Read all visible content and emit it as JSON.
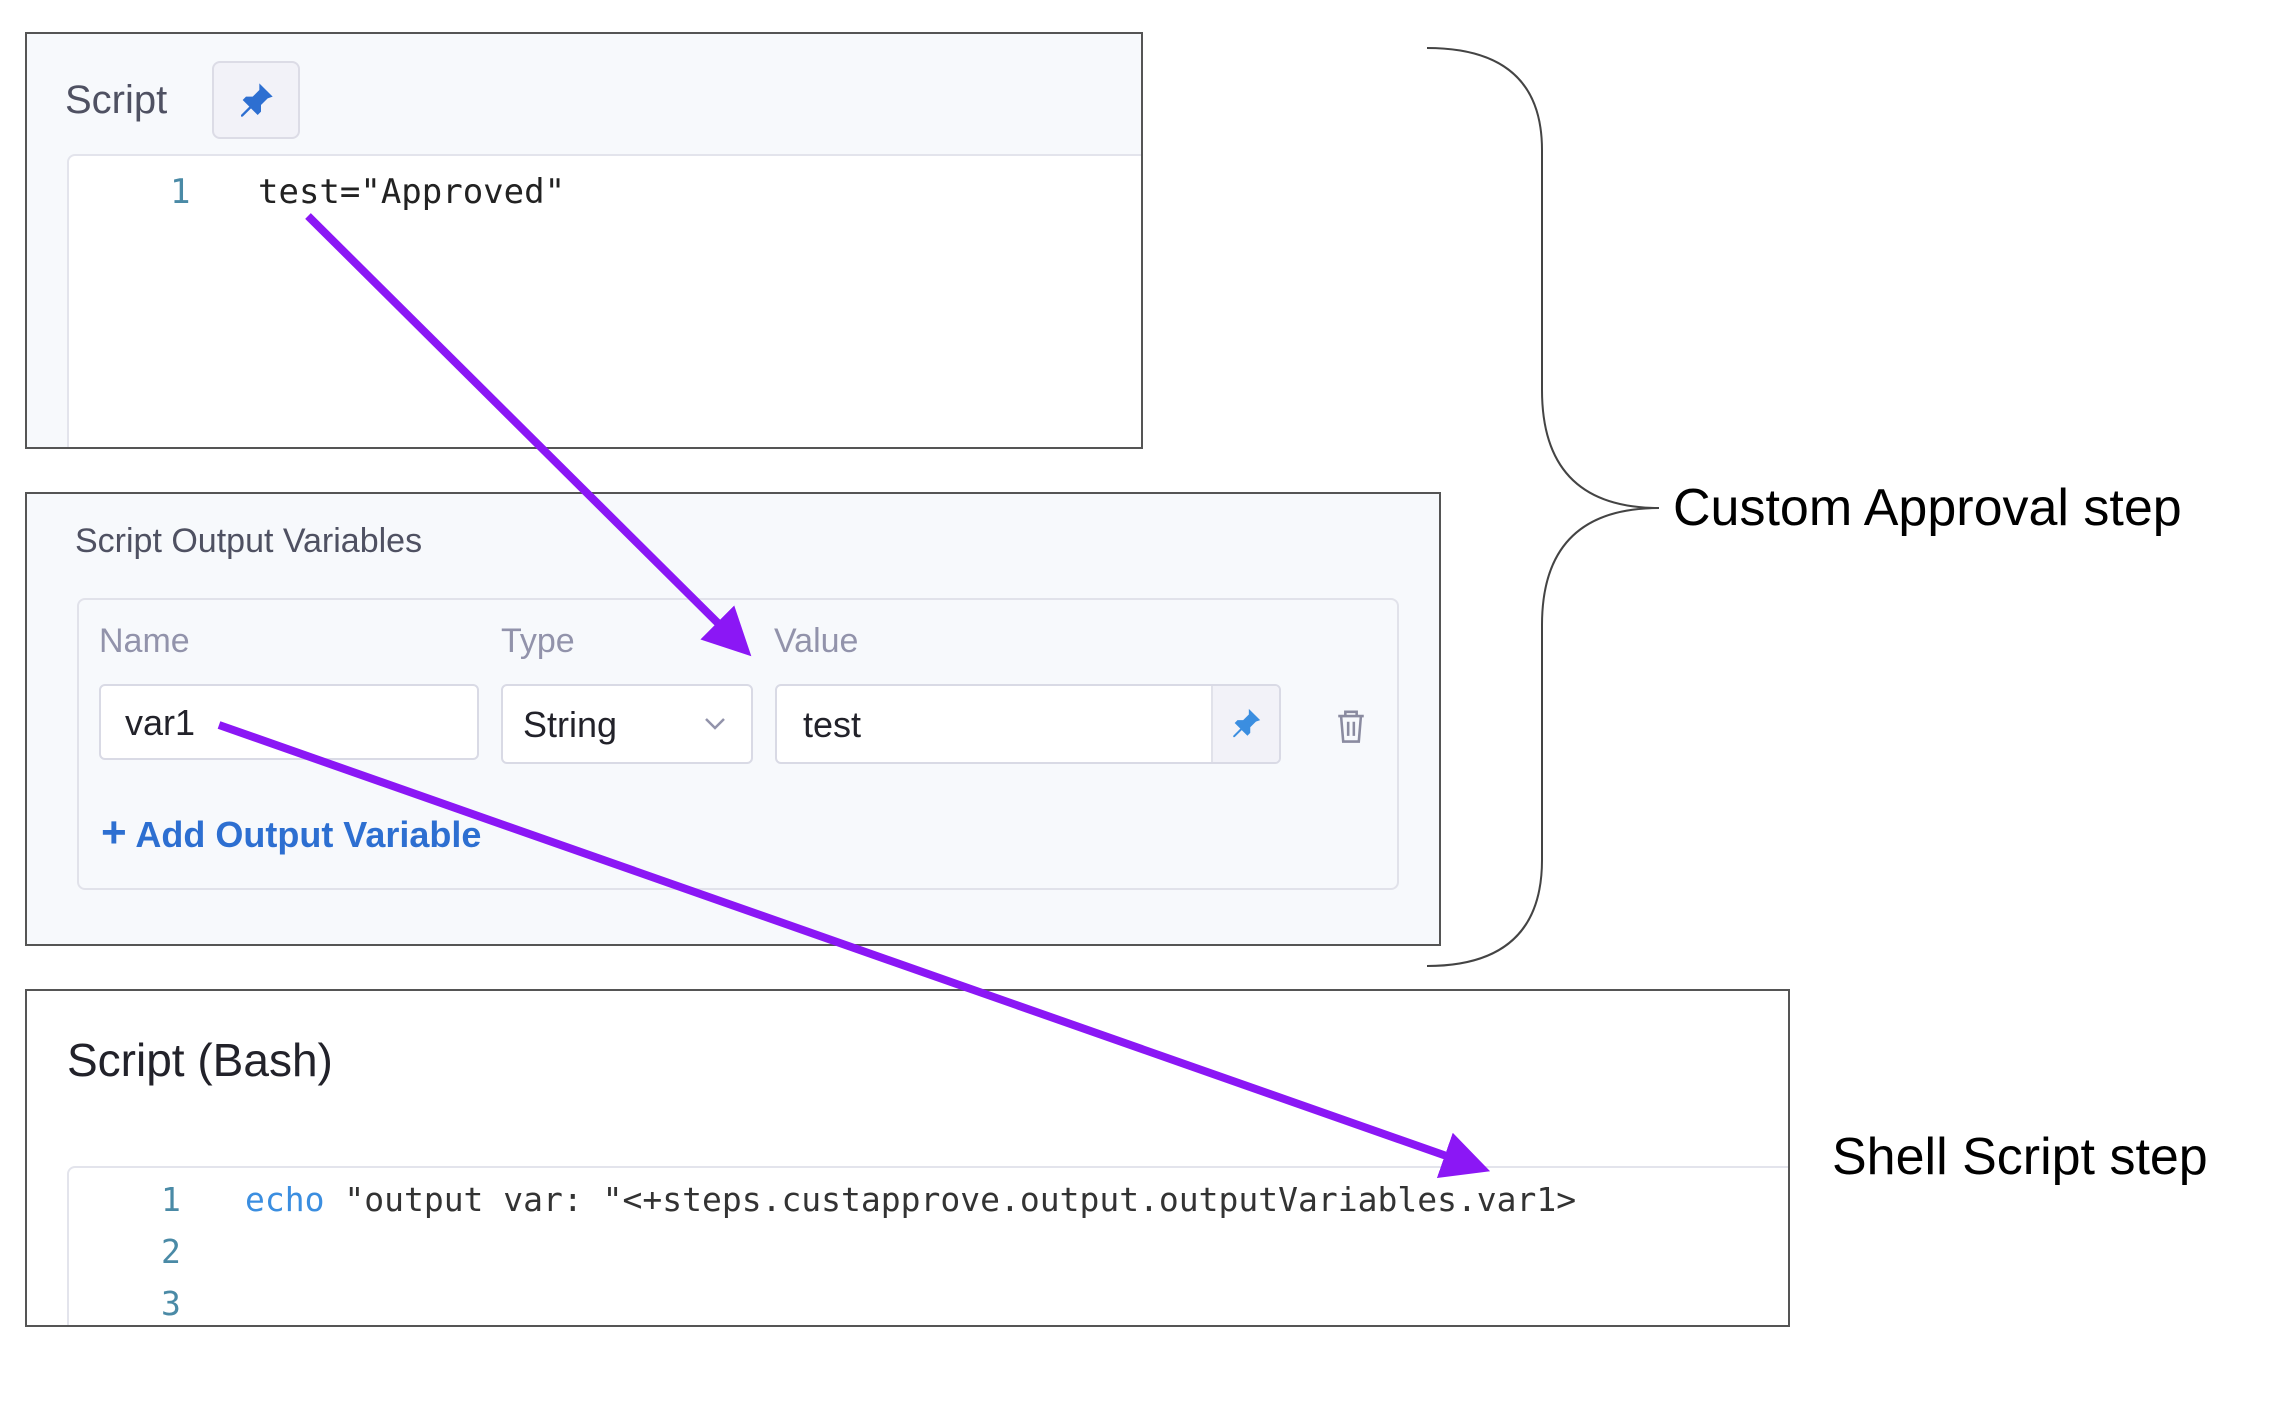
{
  "script_panel": {
    "label": "Script",
    "pin_icon": "pin-icon",
    "lines": [
      {
        "num": "1",
        "code": "test=\"Approved\""
      }
    ]
  },
  "output_vars_panel": {
    "title": "Script Output Variables",
    "headers": {
      "name": "Name",
      "type": "Type",
      "value": "Value"
    },
    "row": {
      "name": "var1",
      "type": "String",
      "value": "test"
    },
    "add_label": "Add Output Variable",
    "add_icon": "plus-icon",
    "accent": "#2d6fd1"
  },
  "bash_panel": {
    "title": "Script (Bash)",
    "lines": [
      {
        "num": "1",
        "keyword": "echo",
        "code": " \"output var: \"<+steps.custapprove.output.outputVariables.var1>"
      },
      {
        "num": "2",
        "keyword": "",
        "code": ""
      },
      {
        "num": "3",
        "keyword": "",
        "code": ""
      }
    ]
  },
  "annotations": {
    "custom_approval": "Custom Approval step",
    "shell_script": "Shell Script step",
    "arrow_color": "#8b17f5"
  }
}
